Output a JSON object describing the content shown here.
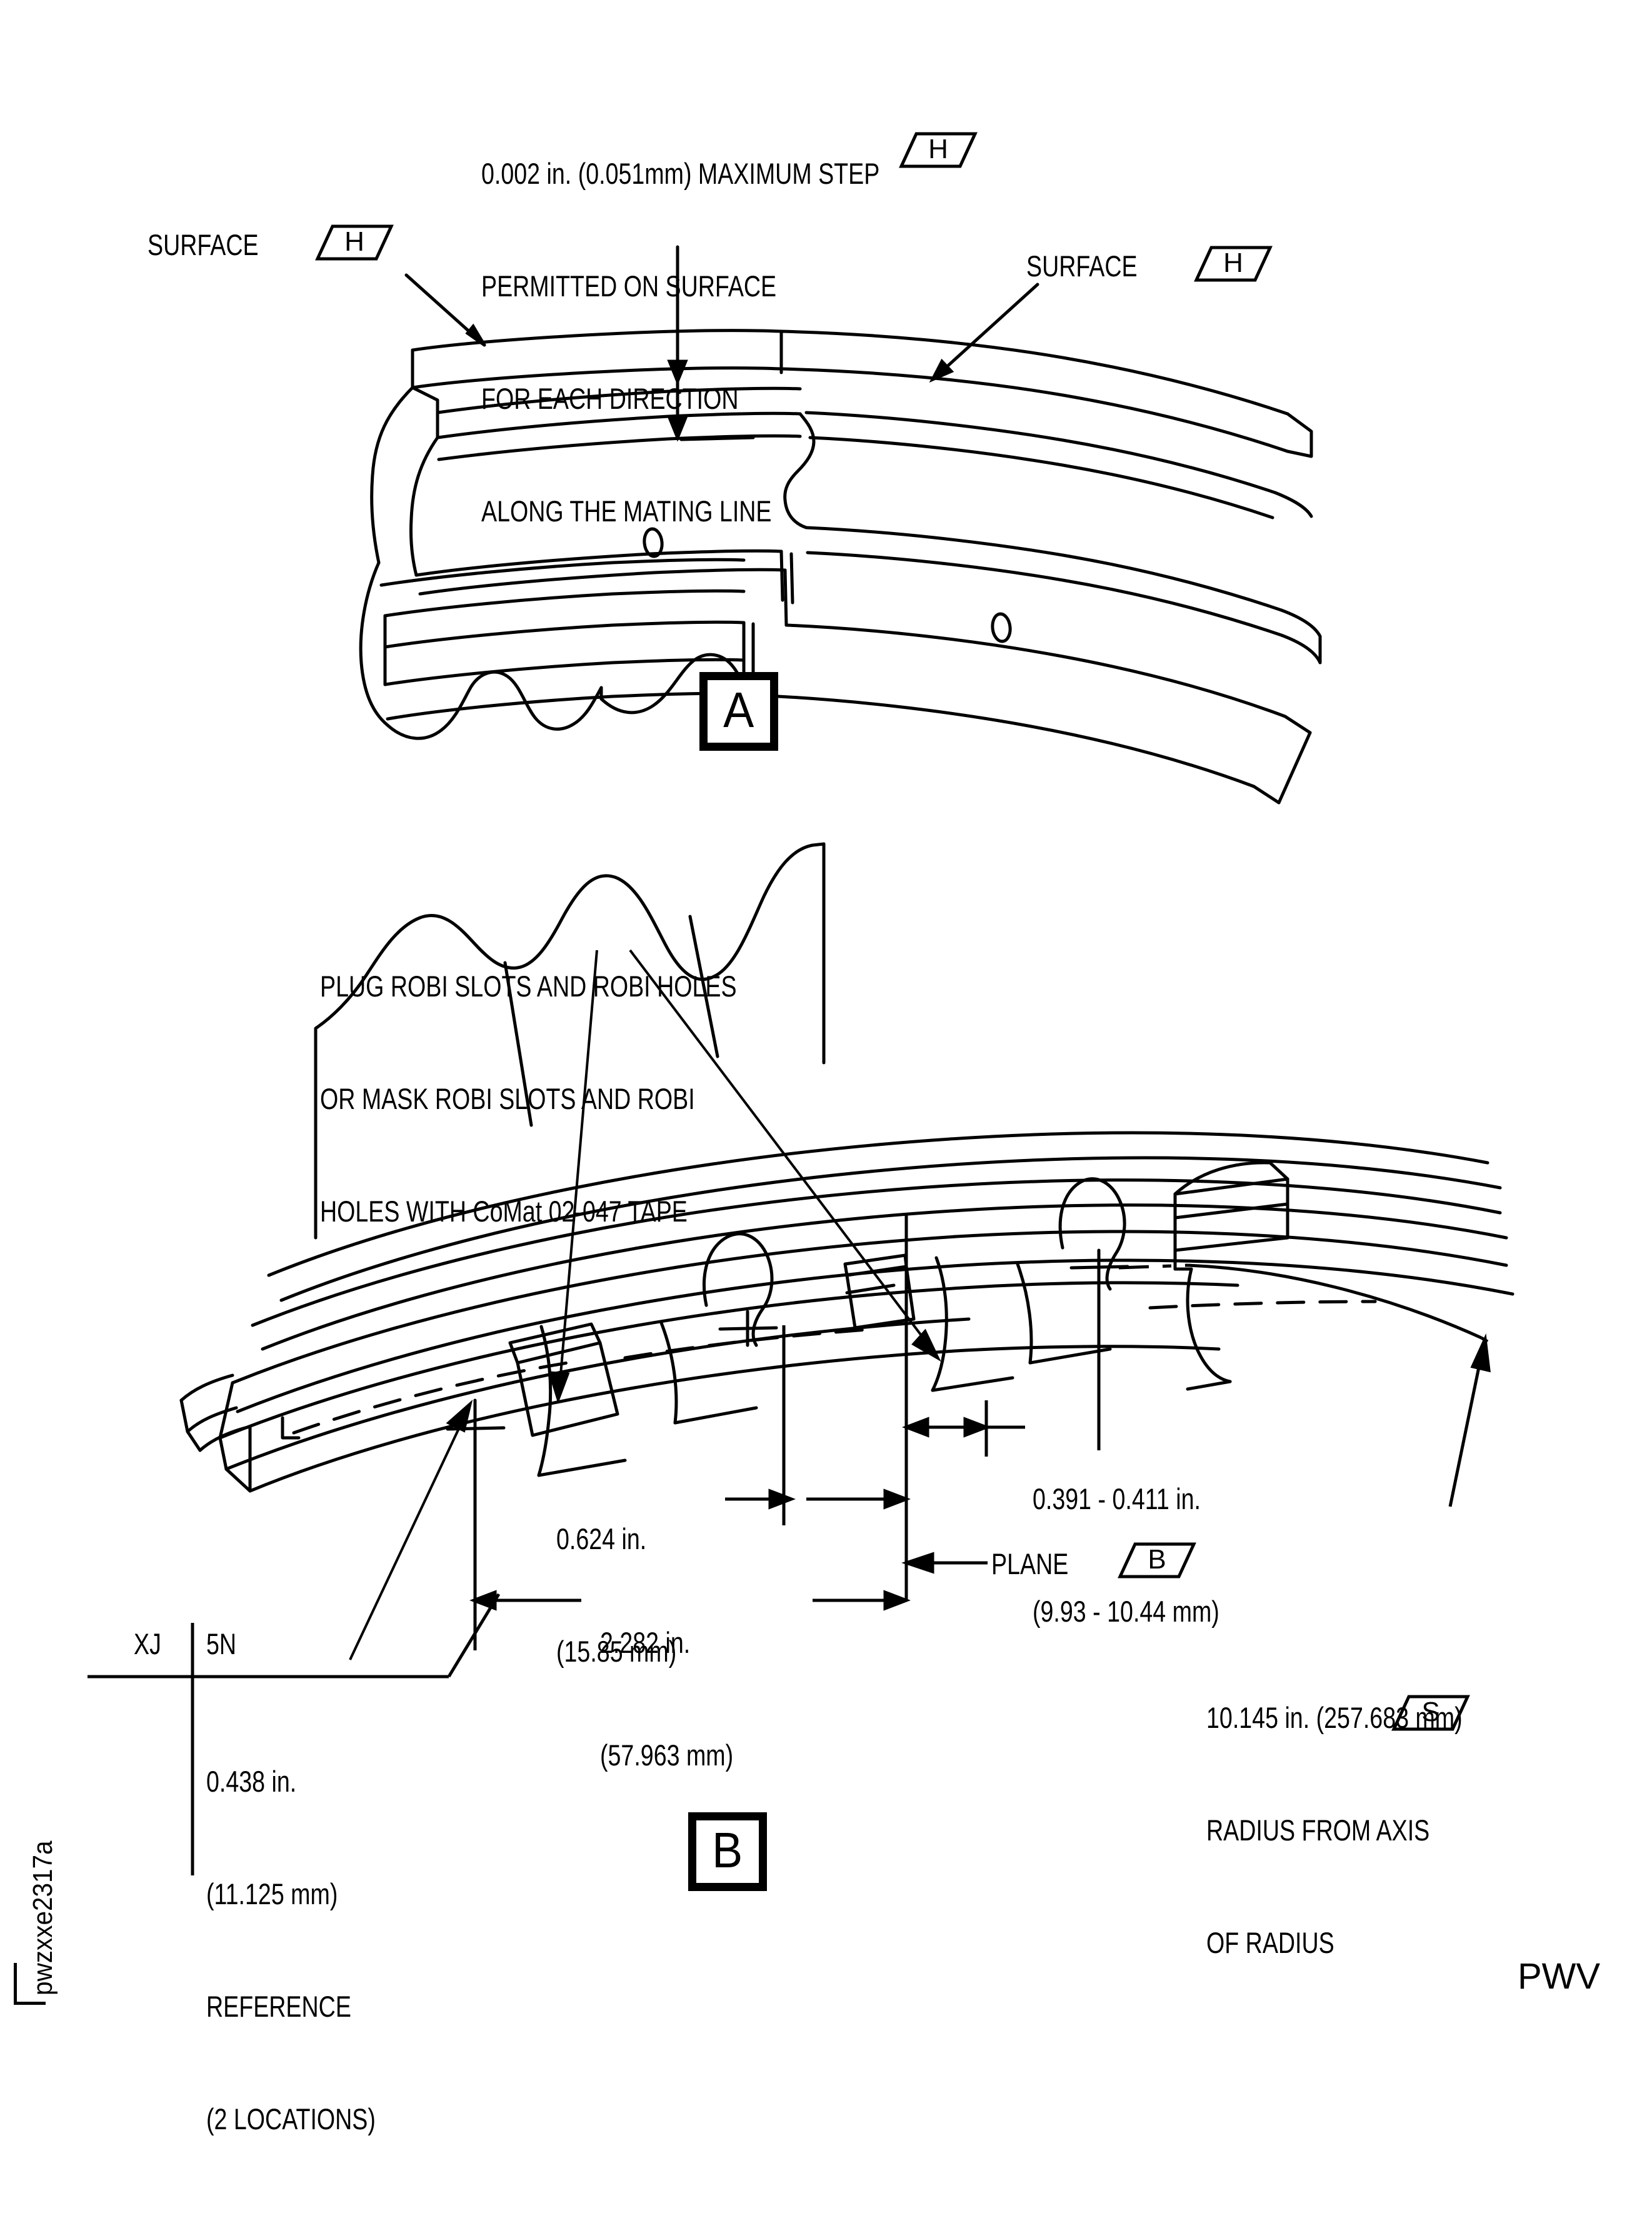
{
  "sheet": {
    "drawing_id": "pwzxxe2317a",
    "footer_code": "PWV",
    "background": "#ffffff",
    "line_color": "#000000"
  },
  "detail_a": {
    "label": "A",
    "callout_top": {
      "lines": [
        "0.002 in. (0.051mm) MAXIMUM STEP",
        "PERMITTED ON SURFACE",
        "FOR EACH DIRECTION",
        "ALONG THE MATING LINE"
      ],
      "inline_datum": "H"
    },
    "callout_left": {
      "label": "SURFACE",
      "datum": "H"
    },
    "callout_right": {
      "label": "SURFACE",
      "datum": "H"
    }
  },
  "detail_b": {
    "label": "B",
    "callout_tape": {
      "lines": [
        "PLUG ROBI SLOTS AND ROBI HOLES",
        "OR MASK ROBI SLOTS AND ROBI",
        "HOLES WITH CoMat 02-047 TAPE"
      ]
    },
    "dim_edge_to_hole": {
      "inch": "0.391 - 0.411 in.",
      "mm": "(9.93 - 10.44 mm)"
    },
    "dim_short": {
      "inch": "0.624 in.",
      "mm": "(15.85 mm)"
    },
    "dim_long": {
      "inch": "2.282 in.",
      "mm": "(57.963 mm)"
    },
    "plane_callout": {
      "label": "PLANE",
      "datum": "B"
    },
    "radius_note": {
      "lines": [
        "10.145 in. (257.683 mm)",
        "RADIUS FROM AXIS",
        "OF RADIUS"
      ],
      "datum": "S"
    },
    "reference_note": {
      "lines": [
        "0.438 in.",
        "(11.125 mm)",
        "REFERENCE",
        "(2 LOCATIONS)"
      ]
    },
    "revision_block": {
      "left": "XJ",
      "right": "5N"
    }
  }
}
